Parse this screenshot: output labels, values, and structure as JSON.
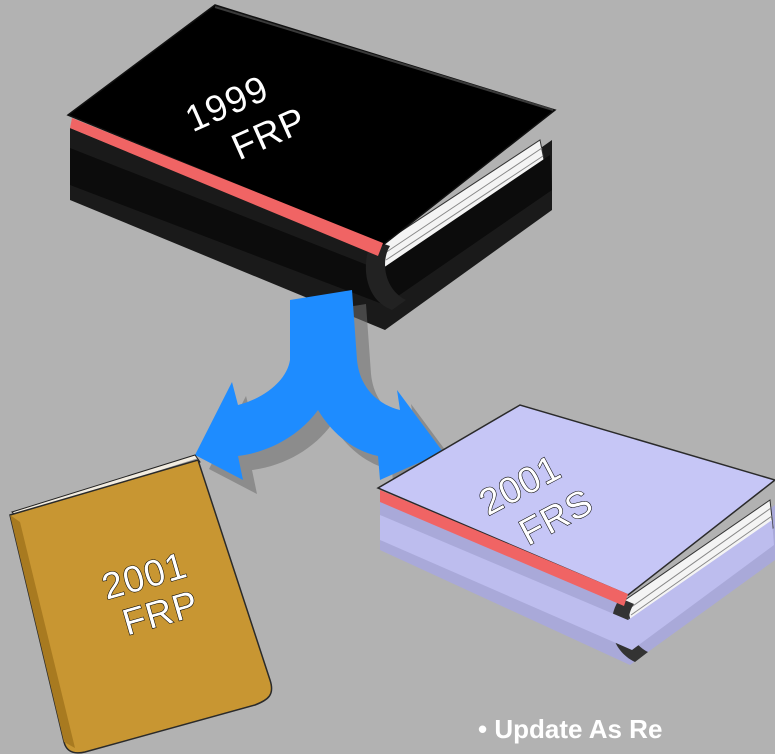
{
  "books": {
    "top": {
      "year": "1999",
      "code": "FRP",
      "color": "#000000"
    },
    "left": {
      "year": "2001",
      "code": "FRP",
      "color": "#c89632"
    },
    "right": {
      "year": "2001",
      "code": "FRS",
      "color": "#c6c6f6"
    }
  },
  "arrow": {
    "color": "#1e8cff",
    "shadow": "#6e6e6e"
  },
  "accent": {
    "spine_stripe": "#f06464"
  },
  "caption": {
    "text": "• Update As Re"
  }
}
